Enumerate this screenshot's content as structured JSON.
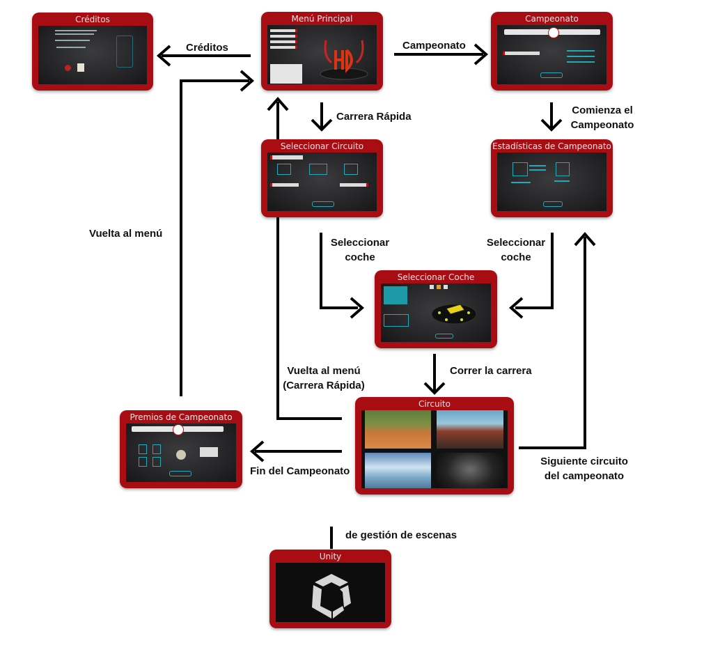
{
  "colors": {
    "node_frame": "#a90d14",
    "node_title_text": "#f3e3e3",
    "screen_bg": "#2a2a2c",
    "arrow": "#000000",
    "label_text": "#111111"
  },
  "nodes": {
    "creditos": {
      "title": "Créditos"
    },
    "menu_principal": {
      "title": "Menú Principal"
    },
    "campeonato": {
      "title": "Campeonato"
    },
    "seleccionar_circuito": {
      "title": "Seleccionar Circuito"
    },
    "estadisticas_campeonato": {
      "title": "Estadísticas de Campeonato"
    },
    "seleccionar_coche": {
      "title": "Seleccionar Coche"
    },
    "circuito": {
      "title": "Circuito"
    },
    "premios_campeonato": {
      "title": "Premios de Campeonato"
    },
    "unity": {
      "title": "Unity"
    }
  },
  "edges": {
    "creditos": "Créditos",
    "campeonato": "Campeonato",
    "carrera_rapida": "Carrera Rápida",
    "comienza_campeonato_l1": "Comienza el",
    "comienza_campeonato_l2": "Campeonato",
    "vuelta_menu": "Vuelta al menú",
    "seleccionar_coche_left_l1": "Seleccionar",
    "seleccionar_coche_left_l2": "coche",
    "seleccionar_coche_right_l1": "Seleccionar",
    "seleccionar_coche_right_l2": "coche",
    "correr_carrera": "Correr la carrera",
    "vuelta_menu_rapida_l1": "Vuelta al menú",
    "vuelta_menu_rapida_l2": "(Carrera Rápida)",
    "fin_campeonato": "Fin del Campeonato",
    "siguiente_circuito_l1": "Siguiente circuito",
    "siguiente_circuito_l2": "del campeonato",
    "gestion_escenas": "de gestión de escenas"
  },
  "icons": {
    "hd_logo": "hd-logo-icon",
    "unity_logo": "unity-logo-icon",
    "trophy": "trophy-icon",
    "car": "car-icon"
  }
}
